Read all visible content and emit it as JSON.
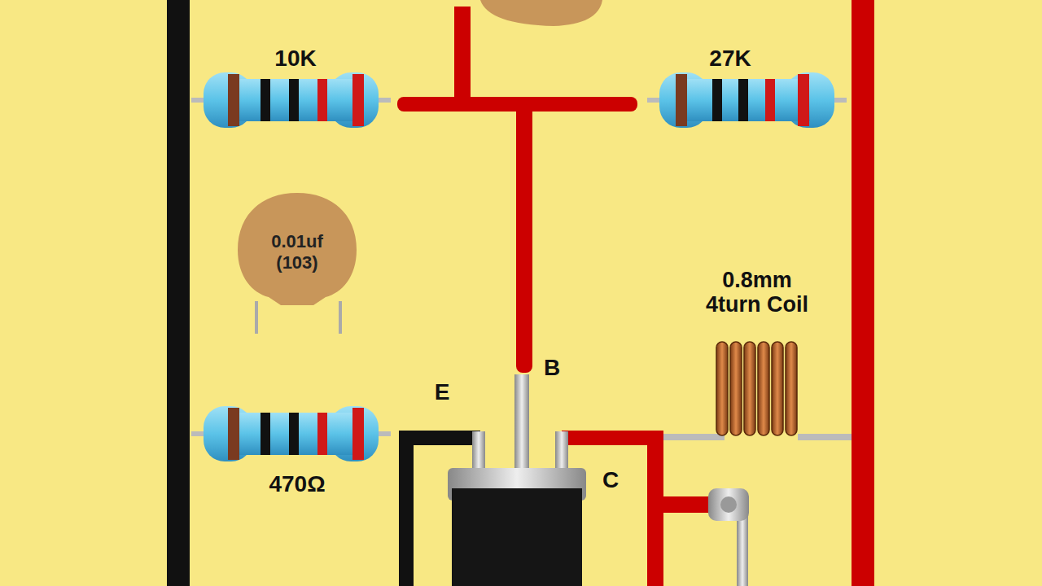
{
  "diagram": {
    "nodes": [
      {
        "text": [
          "0.01uf (103)"
        ]
      }
    ],
    "labels": [
      "10K",
      "27K",
      "0.8mm 4turn Coil",
      "B",
      "E",
      "C",
      "470Ω"
    ]
  }
}
